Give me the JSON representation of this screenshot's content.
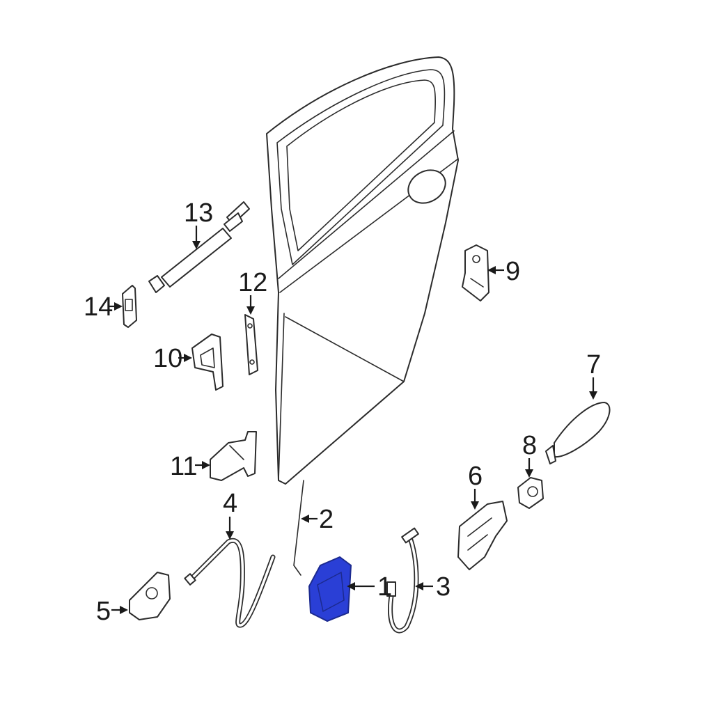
{
  "callouts": [
    {
      "id": "1",
      "label": "1"
    },
    {
      "id": "2",
      "label": "2"
    },
    {
      "id": "3",
      "label": "3"
    },
    {
      "id": "4",
      "label": "4"
    },
    {
      "id": "5",
      "label": "5"
    },
    {
      "id": "6",
      "label": "6"
    },
    {
      "id": "7",
      "label": "7"
    },
    {
      "id": "8",
      "label": "8"
    },
    {
      "id": "9",
      "label": "9"
    },
    {
      "id": "10",
      "label": "10"
    },
    {
      "id": "11",
      "label": "11"
    },
    {
      "id": "12",
      "label": "12"
    },
    {
      "id": "13",
      "label": "13"
    },
    {
      "id": "14",
      "label": "14"
    }
  ],
  "colors": {
    "highlight": "#2a3fd6",
    "line": "#2b2b2b",
    "background": "#ffffff"
  }
}
